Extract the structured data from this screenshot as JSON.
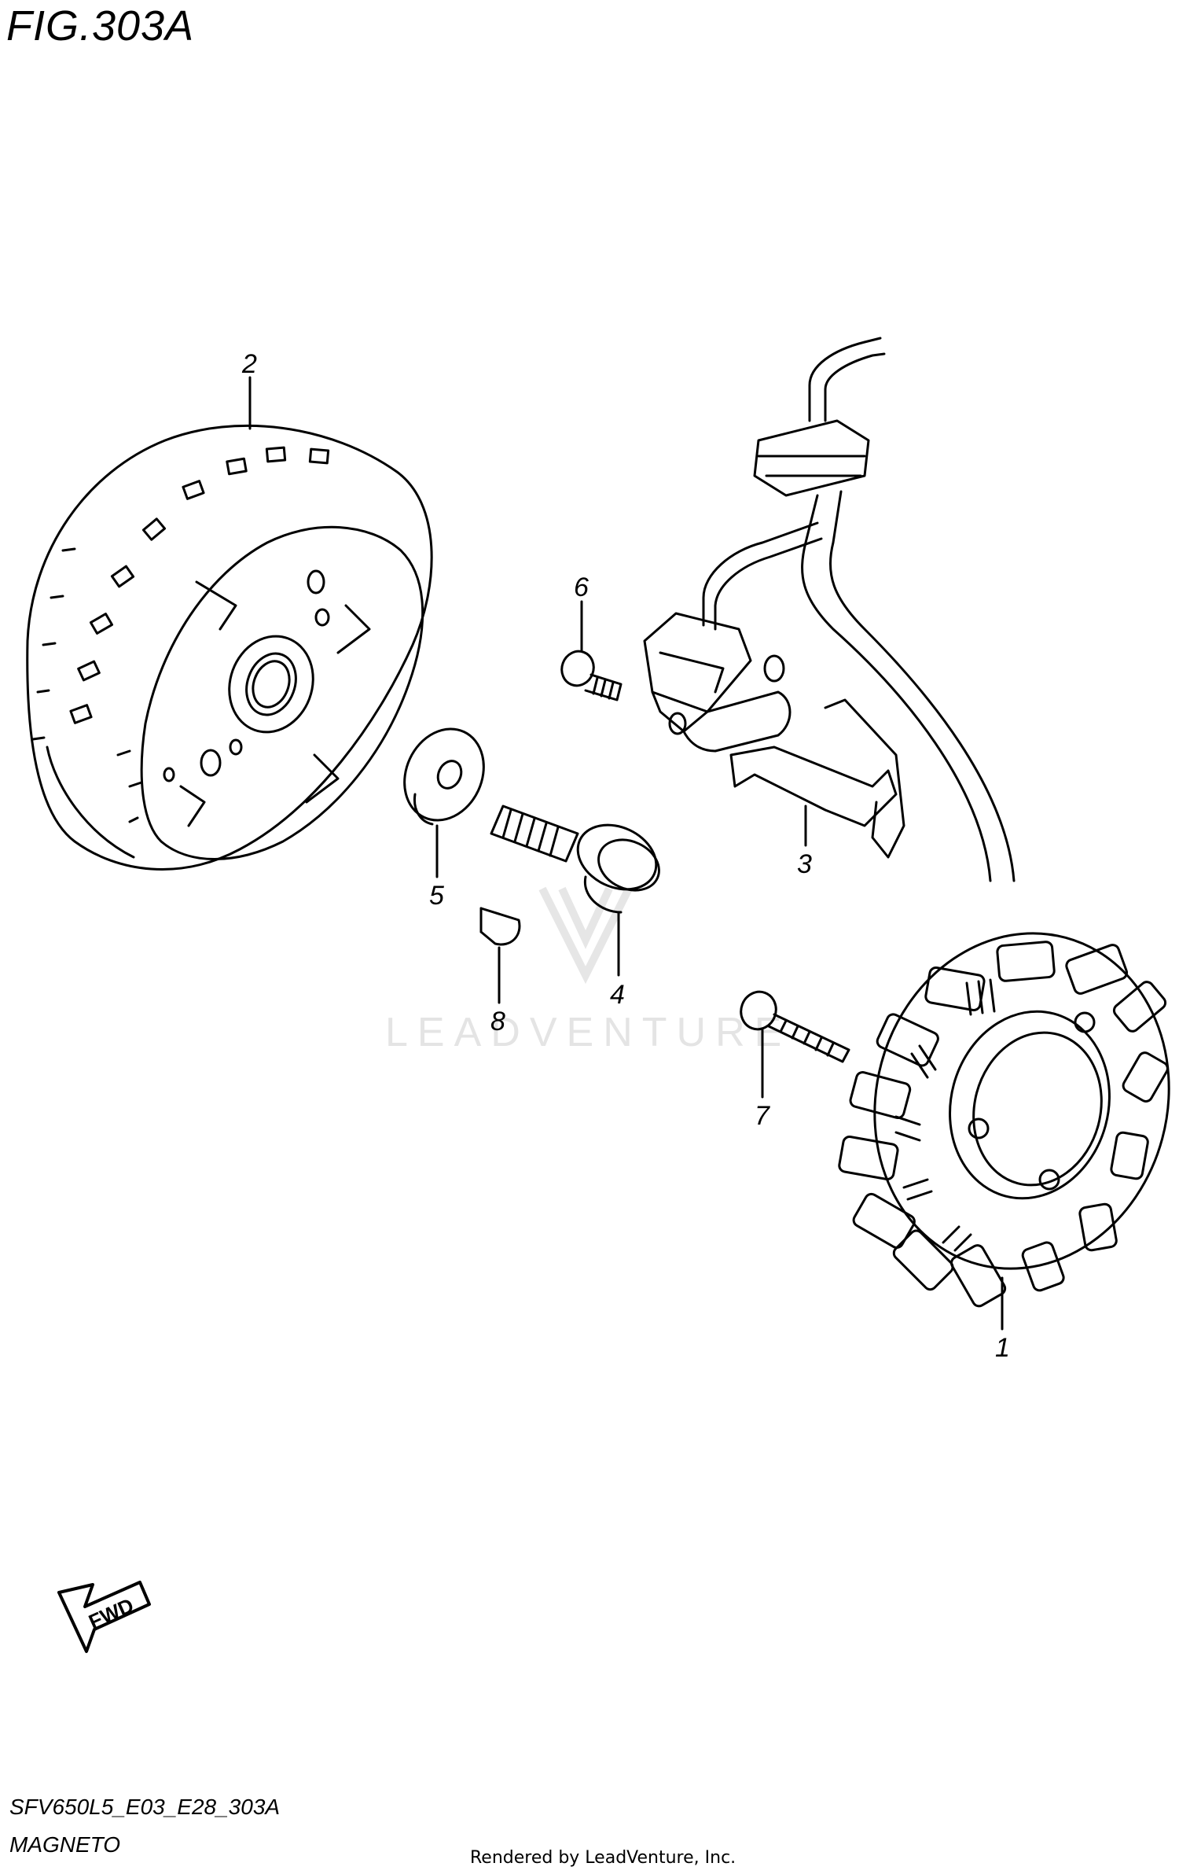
{
  "figure": {
    "title": "FIG.303A",
    "code": "SFV650L5_E03_E28_303A",
    "name": "MAGNETO"
  },
  "watermark": {
    "brand": "LEADVENTURE"
  },
  "footer": {
    "rendered_by": "Rendered by LeadVenture, Inc."
  },
  "direction_badge": {
    "label": "FWD"
  },
  "callouts": [
    {
      "number": "1",
      "part": "stator"
    },
    {
      "number": "2",
      "part": "flywheel-rotor"
    },
    {
      "number": "3",
      "part": "bracket"
    },
    {
      "number": "4",
      "part": "rotor-bolt"
    },
    {
      "number": "5",
      "part": "washer"
    },
    {
      "number": "6",
      "part": "bolt"
    },
    {
      "number": "7",
      "part": "bolt"
    },
    {
      "number": "8",
      "part": "key"
    }
  ],
  "colors": {
    "line": "#000000",
    "background": "#ffffff",
    "watermark": "#e4e4e4"
  }
}
